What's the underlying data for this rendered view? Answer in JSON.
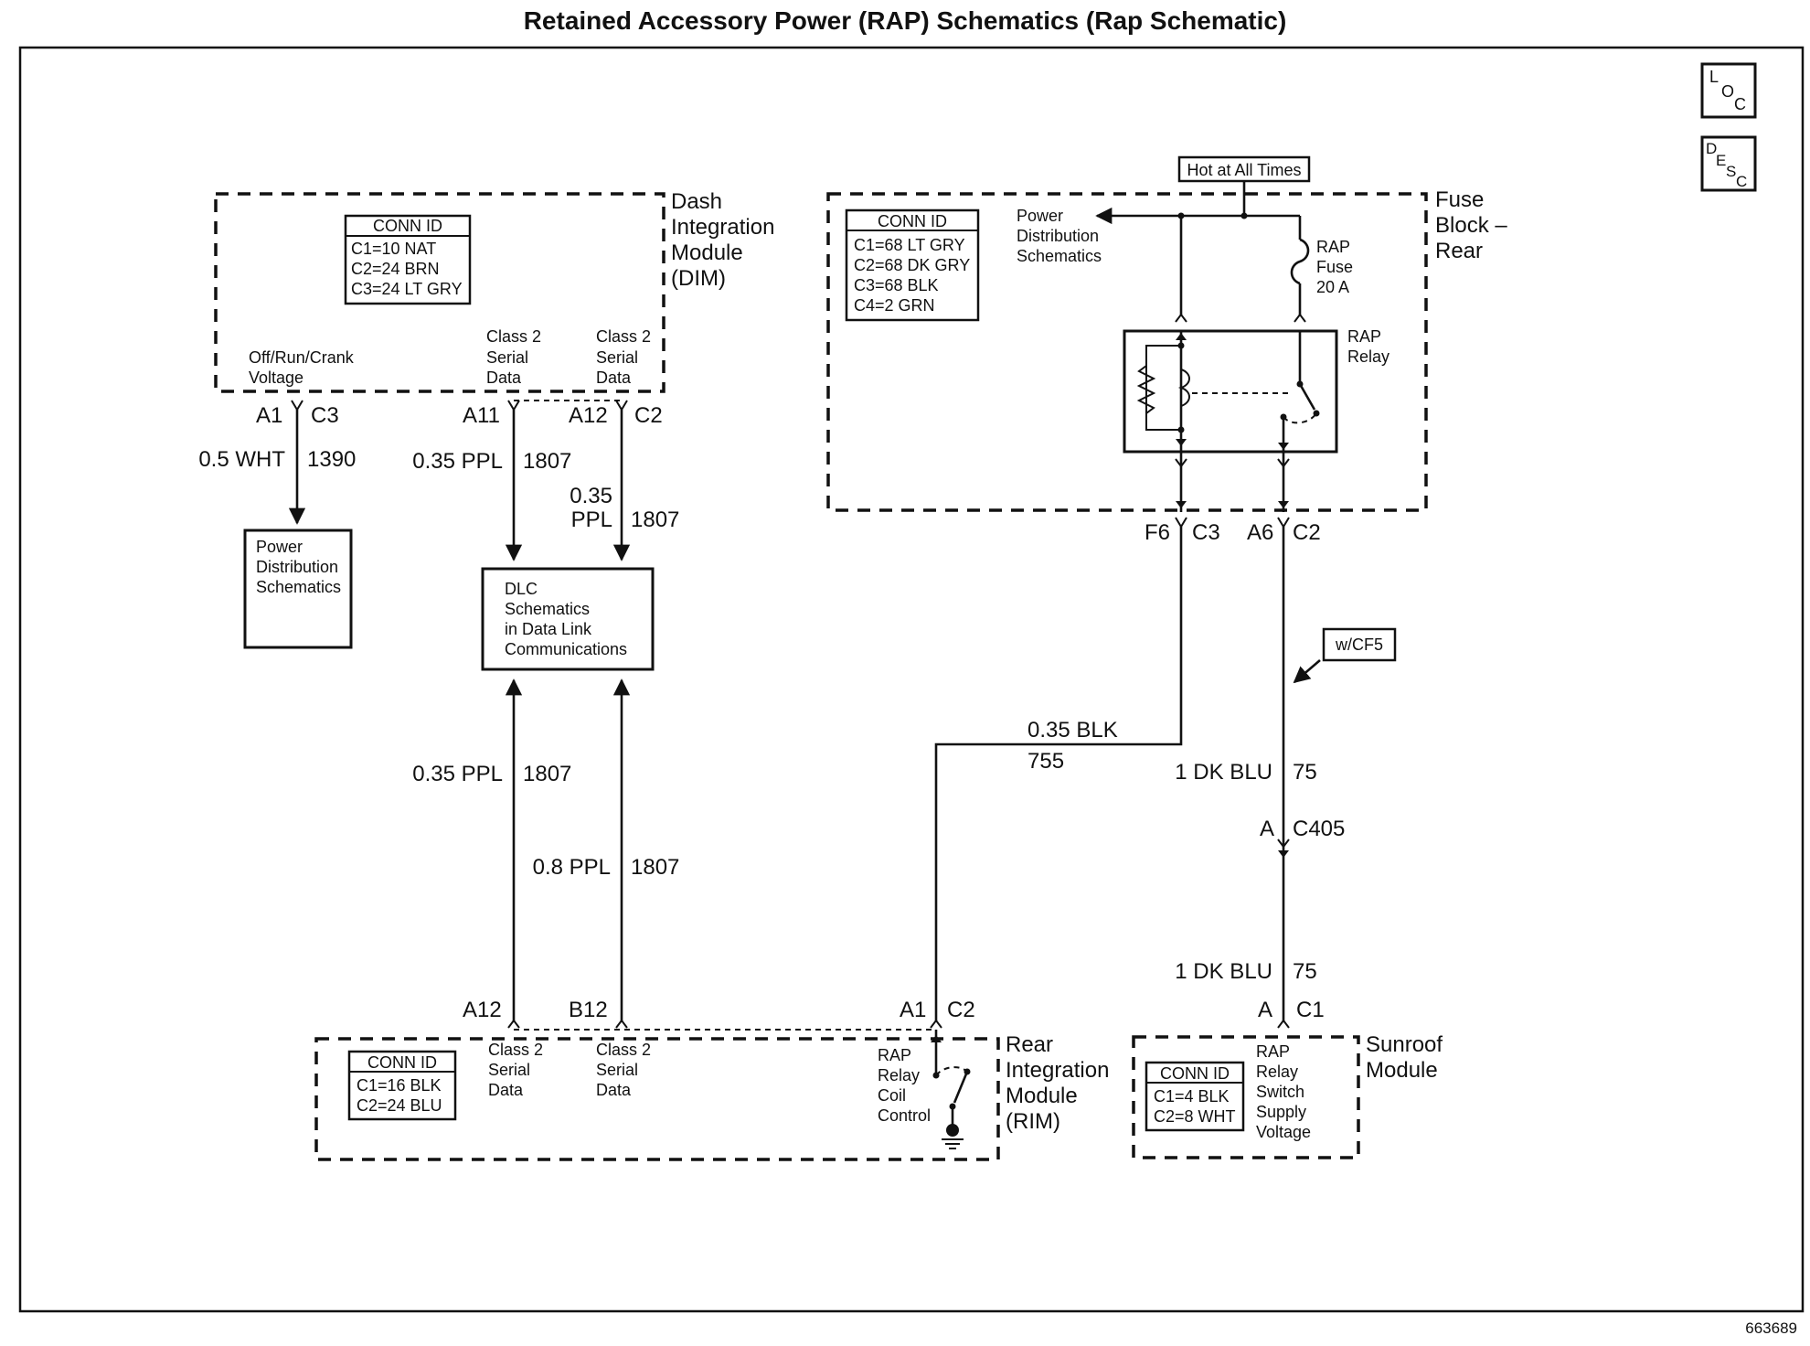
{
  "title": "Retained Accessory Power (RAP) Schematics (Rap Schematic)",
  "figure_number": "663689",
  "side_icons": {
    "loc": [
      "L",
      "O",
      "C"
    ],
    "desc": [
      "D",
      "E",
      "S",
      "C"
    ]
  },
  "dim": {
    "name_lines": [
      "Dash",
      "Integration",
      "Module",
      "(DIM)"
    ],
    "conn_header": "CONN ID",
    "conn_rows": [
      "C1=10 NAT",
      "C2=24 BRN",
      "C3=24 LT GRY"
    ],
    "pin_labels": [
      [
        "Off/Run/Crank",
        "Voltage"
      ],
      [
        "Class 2",
        "Serial",
        "Data"
      ],
      [
        "Class 2",
        "Serial",
        "Data"
      ]
    ],
    "terminals": [
      {
        "pin": "A1",
        "conn": "C3"
      },
      {
        "pin": "A11",
        "conn": ""
      },
      {
        "pin": "A12",
        "conn": "C2"
      }
    ]
  },
  "wires_left": {
    "w1": {
      "size": "0.5 WHT",
      "circuit": "1390"
    },
    "w2": {
      "size": "0.35 PPL",
      "circuit": "1807"
    },
    "w3": {
      "size_lines": [
        "0.35",
        "PPL"
      ],
      "circuit": "1807"
    },
    "w4": {
      "size": "0.35 PPL",
      "circuit": "1807"
    },
    "w5": {
      "size": "0.8 PPL",
      "circuit": "1807"
    }
  },
  "power_dist_box": [
    "Power",
    "Distribution",
    "Schematics"
  ],
  "dlc_box": [
    "DLC",
    "Schematics",
    "in Data Link",
    "Communications"
  ],
  "fuse_block": {
    "name_lines": [
      "Fuse",
      "Block –",
      "Rear"
    ],
    "hot_label": "Hot at All Times",
    "conn_header": "CONN ID",
    "conn_rows": [
      "C1=68 LT GRY",
      "C2=68 DK GRY",
      "C3=68 BLK",
      "C4=2 GRN"
    ],
    "power_dist_lines": [
      "Power",
      "Distribution",
      "Schematics"
    ],
    "fuse_lines": [
      "RAP",
      "Fuse",
      "20 A"
    ],
    "relay_lines": [
      "RAP",
      "Relay"
    ],
    "terminals": [
      {
        "pin": "F6",
        "conn": "C3"
      },
      {
        "pin": "A6",
        "conn": "C2"
      }
    ]
  },
  "wires_right": {
    "blk": {
      "size": "0.35 BLK",
      "circuit": "755"
    },
    "blu1": {
      "size": "1 DK BLU",
      "circuit": "75"
    },
    "blu2": {
      "size": "1 DK BLU",
      "circuit": "75"
    },
    "option": "w/CF5",
    "inline_conn": {
      "pin": "A",
      "conn": "C405"
    }
  },
  "rim": {
    "name_lines": [
      "Rear",
      "Integration",
      "Module",
      "(RIM)"
    ],
    "conn_header": "CONN ID",
    "conn_rows": [
      "C1=16 BLK",
      "C2=24 BLU"
    ],
    "pin_labels": [
      [
        "Class 2",
        "Serial",
        "Data"
      ],
      [
        "Class 2",
        "Serial",
        "Data"
      ],
      [
        "RAP",
        "Relay",
        "Coil",
        "Control"
      ]
    ],
    "terminals": [
      {
        "pin": "A12",
        "conn": ""
      },
      {
        "pin": "B12",
        "conn": ""
      },
      {
        "pin": "A1",
        "conn": "C2"
      }
    ]
  },
  "sunroof": {
    "name_lines": [
      "Sunroof",
      "Module"
    ],
    "conn_header": "CONN ID",
    "conn_rows": [
      "C1=4 BLK",
      "C2=8 WHT"
    ],
    "pin_label": [
      "RAP",
      "Relay",
      "Switch",
      "Supply",
      "Voltage"
    ],
    "terminal": {
      "pin": "A",
      "conn": "C1"
    }
  }
}
